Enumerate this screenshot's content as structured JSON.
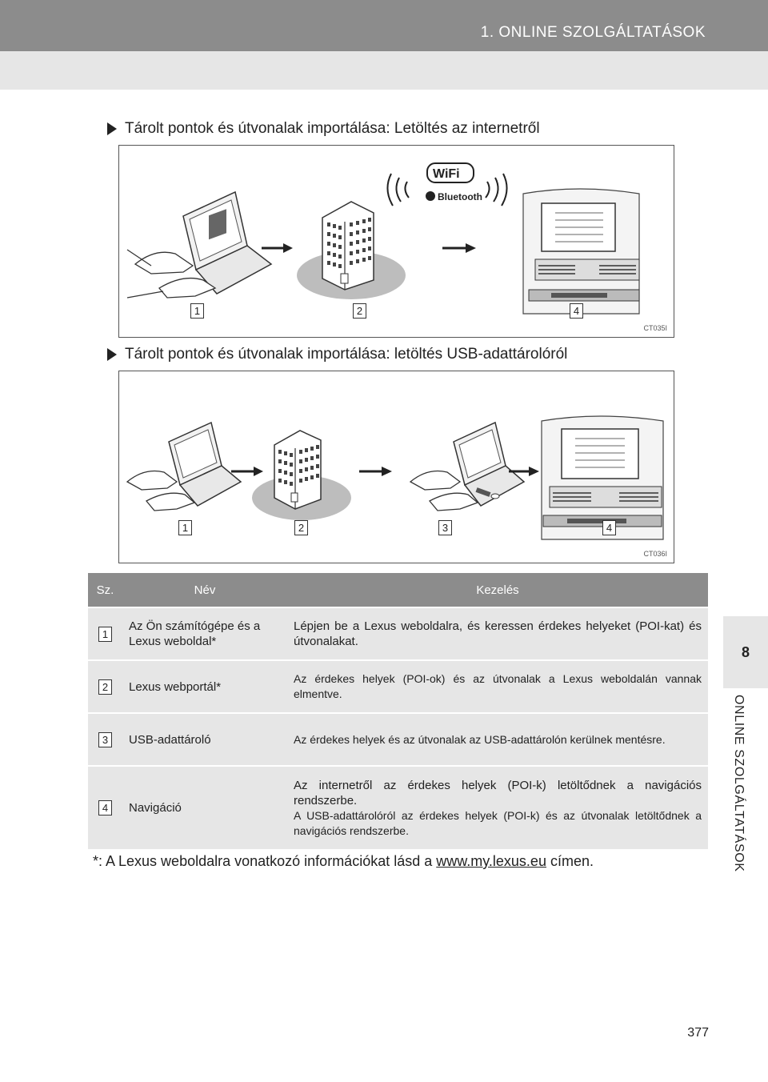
{
  "header": {
    "title": "1. ONLINE SZOLGÁLTATÁSOK"
  },
  "side": {
    "chapter_number": "8",
    "chapter_label": "ONLINE SZOLGÁLTATÁSOK"
  },
  "sections": [
    {
      "heading": "Tárolt pontok és útvonalak importálása: Letöltés az internetről",
      "wifi_label": "WiFi",
      "bluetooth_label": "Bluetooth",
      "figure_code": "CT035I",
      "numbers": [
        "1",
        "2",
        "4"
      ]
    },
    {
      "heading": "Tárolt pontok és útvonalak importálása: letöltés USB-adattárolóról",
      "figure_code": "CT036I",
      "numbers": [
        "1",
        "2",
        "3",
        "4"
      ]
    }
  ],
  "table": {
    "headers": [
      "Sz.",
      "Név",
      "Kezelés"
    ],
    "rows": [
      {
        "num": "1",
        "name": "Az Ön számítógépe és a Lexus weboldal*",
        "op": "Lépjen be a Lexus weboldalra, és keressen érdekes helyeket (POI-kat) és útvonalakat."
      },
      {
        "num": "2",
        "name": "Lexus webportál*",
        "op": "Az érdekes helyek (POI-ok) és az útvonalak a Lexus weboldalán vannak elmentve."
      },
      {
        "num": "3",
        "name": "USB-adattároló",
        "op": "Az érdekes helyek és az útvonalak az USB-adattárolón kerülnek mentésre."
      },
      {
        "num": "4",
        "name": "Navigáció",
        "op": "Az internetről az érdekes helyek (POI-k) letöltődnek a navigációs rendszerbe.",
        "op2": "A USB-adattárolóról az érdekes helyek (POI-k) és az útvonalak letöltődnek a navigációs rendszerbe."
      }
    ]
  },
  "footnote": {
    "prefix": "*: A Lexus weboldalra vonatkozó információkat lásd a ",
    "link": "www.my.lexus.eu",
    "suffix": " címen."
  },
  "page_number": "377"
}
